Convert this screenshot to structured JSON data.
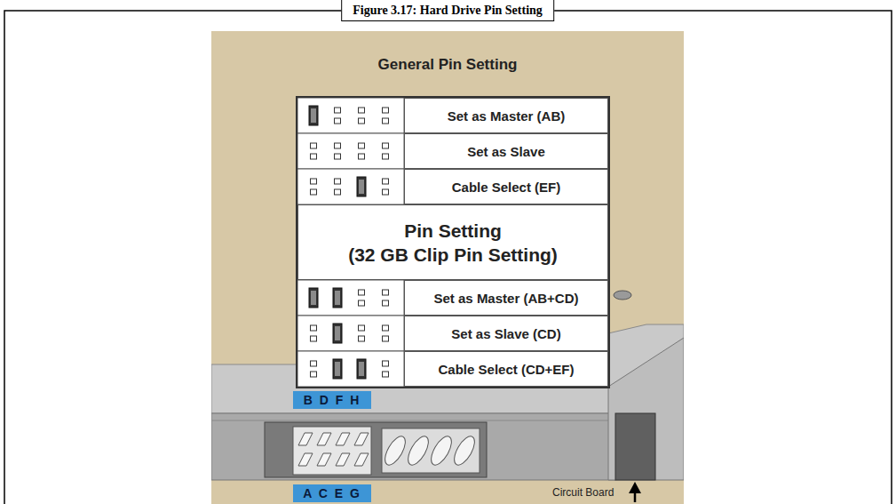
{
  "diagram": {
    "title": "Figure 3.17: Hard Drive Pin Setting",
    "nodes": [
      {
        "text": [
          "General Pin Setting"
        ]
      },
      {
        "text": [
          "Set as Master (AB)"
        ],
        "in": 0
      },
      {
        "text": [
          "Set as Slave"
        ],
        "in": 0
      },
      {
        "text": [
          "Cable Select (EF)"
        ],
        "in": 0
      },
      {
        "text": [
          "Pin Setting",
          "(32 GB Clip Pin Setting)"
        ],
        "in": 0
      },
      {
        "text": [
          "Set as Master (AB+CD)"
        ],
        "in": 0
      },
      {
        "text": [
          "Set as Slave (CD)"
        ],
        "in": 0
      },
      {
        "text": [
          "Cable Select (CD+EF)"
        ],
        "in": 0
      },
      {
        "text": [
          "B D F H"
        ],
        "in": 0
      },
      {
        "text": [
          "A C E G"
        ],
        "in": 0
      }
    ],
    "labels": [
      "Circuit Board"
    ]
  }
}
